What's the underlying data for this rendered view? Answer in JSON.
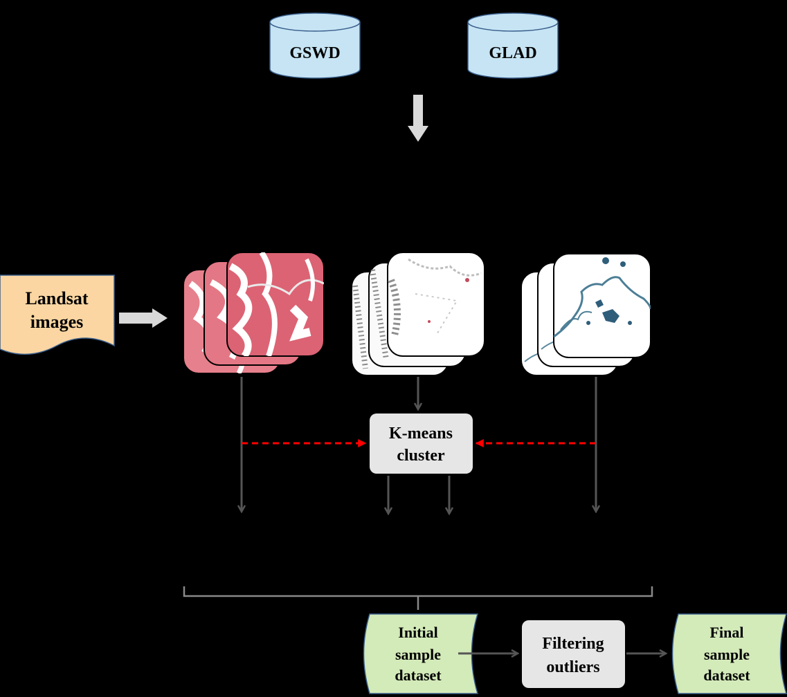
{
  "databases": [
    {
      "id": "gswd",
      "label": "GSWD"
    },
    {
      "id": "glad",
      "label": "GLAD"
    }
  ],
  "landsat": {
    "line1": "Landsat",
    "line2": "images"
  },
  "kmeans": {
    "line1": "K-means",
    "line2": "cluster"
  },
  "initial_dataset": {
    "line1": "Initial",
    "line2": "sample",
    "line3": "dataset"
  },
  "filtering": {
    "line1": "Filtering",
    "line2": "outliers"
  },
  "final_dataset": {
    "line1": "Final",
    "line2": "sample",
    "line3": "dataset"
  },
  "colors": {
    "background": "#000000",
    "database_fill": "#c6e4f4",
    "landsat_fill": "#fbd6a2",
    "process_fill": "#e6e6e6",
    "dataset_fill": "#d3eab9",
    "arrow_gray": "#555555",
    "dashed_red": "#ff0000",
    "block_arrow": "#d9d9d9",
    "landsat_image": "#d9606f",
    "water_image": "#2f5e7a"
  },
  "icons": [
    "database-icon",
    "document-icon",
    "image-stack-icon",
    "process-box-icon",
    "stored-data-icon"
  ]
}
